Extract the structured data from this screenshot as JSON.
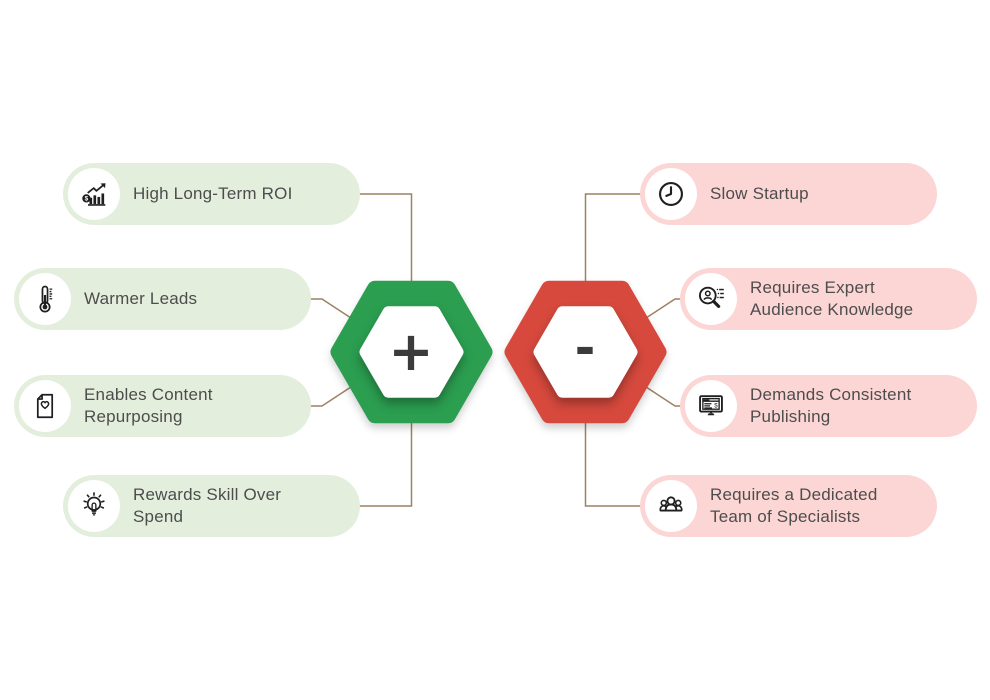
{
  "colors": {
    "pro_pill_bg": "#e4eedd",
    "con_pill_bg": "#fcd6d4",
    "pro_hex": "#2b9e50",
    "con_hex": "#d7493d",
    "connector": "#9c8164",
    "text": "#4d4d4d",
    "sign": "#3b3b3b",
    "icon_bg": "#ffffff",
    "icon_stroke": "#1f1f1f"
  },
  "pros": {
    "sign": "+",
    "items": [
      {
        "label": "High Long-Term ROI",
        "icon": "roi-growth-chart-icon"
      },
      {
        "label": "Warmer Leads",
        "icon": "thermometer-icon"
      },
      {
        "label": "Enables Content\nRepurposing",
        "icon": "document-heart-icon"
      },
      {
        "label": "Rewards Skill Over\nSpend",
        "icon": "lightbulb-icon"
      }
    ]
  },
  "cons": {
    "sign": "-",
    "items": [
      {
        "label": "Slow Startup",
        "icon": "clock-icon"
      },
      {
        "label": "Requires Expert\nAudience Knowledge",
        "icon": "audience-search-icon"
      },
      {
        "label": "Demands Consistent\nPublishing",
        "icon": "publishing-monitor-icon"
      },
      {
        "label": "Requires a Dedicated\nTeam of Specialists",
        "icon": "team-icon"
      }
    ]
  }
}
